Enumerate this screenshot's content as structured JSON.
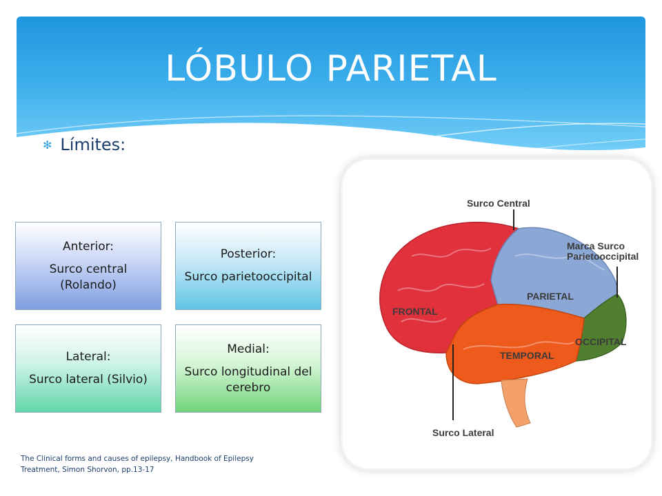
{
  "slide": {
    "title": "LÓBULO PARIETAL",
    "bullet_label": "Límites:",
    "colors": {
      "header_top": "#1f95dd",
      "header_bottom": "#a6e2fb",
      "title_text": "#ffffff",
      "body_text": "#1c3d6b"
    }
  },
  "limits": [
    {
      "heading": "Anterior:",
      "value": "Surco central (Rolando)"
    },
    {
      "heading": "Posterior:",
      "value": "Surco parietooccipital"
    },
    {
      "heading": "Lateral:",
      "value": "Surco lateral (Silvio)"
    },
    {
      "heading": "Medial:",
      "value": "Surco longitudinal del cerebro"
    }
  ],
  "brain_image": {
    "labels": {
      "central_sulcus": "Surco Central",
      "parieto_occipital_1": "Marca Surco",
      "parieto_occipital_2": "Parietooccipital",
      "frontal": "FRONTAL",
      "parietal": "PARIETAL",
      "occipital": "OCCIPITAL",
      "temporal": "TEMPORAL",
      "lateral_sulcus": "Surco Lateral"
    },
    "lobe_colors": {
      "frontal": "#e0313c",
      "parietal": "#8aa7d6",
      "occipital": "#4f7f2f",
      "temporal": "#ee5a1c"
    }
  },
  "citation": {
    "line1": "The Clinical forms and causes of epilepsy, Handbook of Epilepsy",
    "line2": "Treatment, Simon Shorvon, pp.13-17"
  }
}
